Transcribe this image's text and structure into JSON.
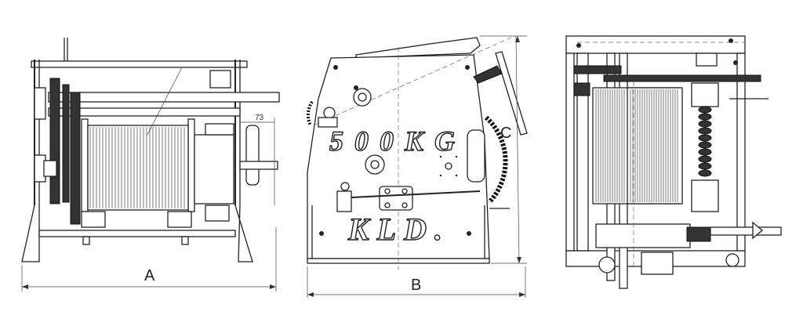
{
  "labels": {
    "view_a": "A",
    "view_b": "B",
    "dim_c": "C",
    "dim_73": "73"
  },
  "stencil": {
    "capacity": "500KG",
    "brand": "KLD."
  },
  "colors": {
    "line": "#222222",
    "background": "#ffffff"
  }
}
